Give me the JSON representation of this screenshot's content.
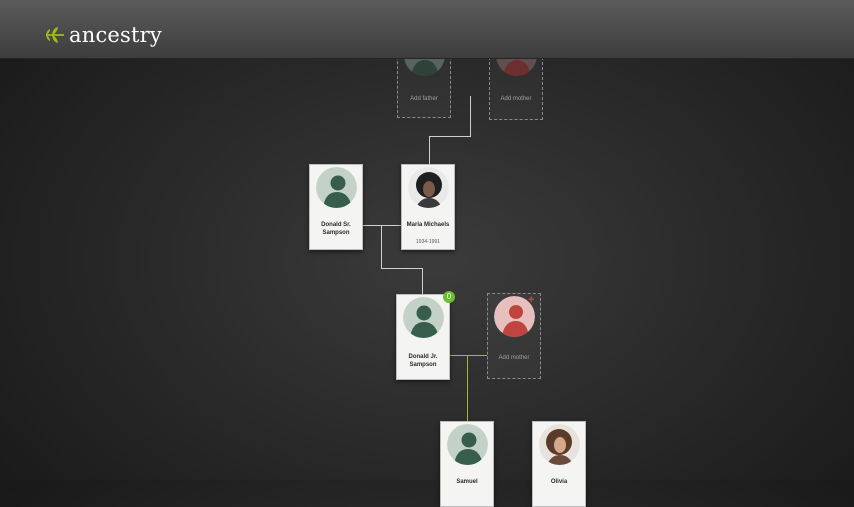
{
  "brand": {
    "name": "ancestry",
    "accent": "#9fbf1a"
  },
  "tree": {
    "grandparents": [
      {
        "label": "Add father"
      },
      {
        "label": "Add mother"
      }
    ],
    "parents": [
      {
        "name": "Donald Sr. Sampson",
        "dates": ""
      },
      {
        "name": "Maria Michaels",
        "dates": "1934-1991"
      }
    ],
    "self": {
      "name": "Donald Jr. Sampson",
      "badge": "0"
    },
    "spouse": {
      "label": "Add mother"
    },
    "children": [
      {
        "name": "Samuel"
      },
      {
        "name": "Olivia"
      }
    ]
  }
}
